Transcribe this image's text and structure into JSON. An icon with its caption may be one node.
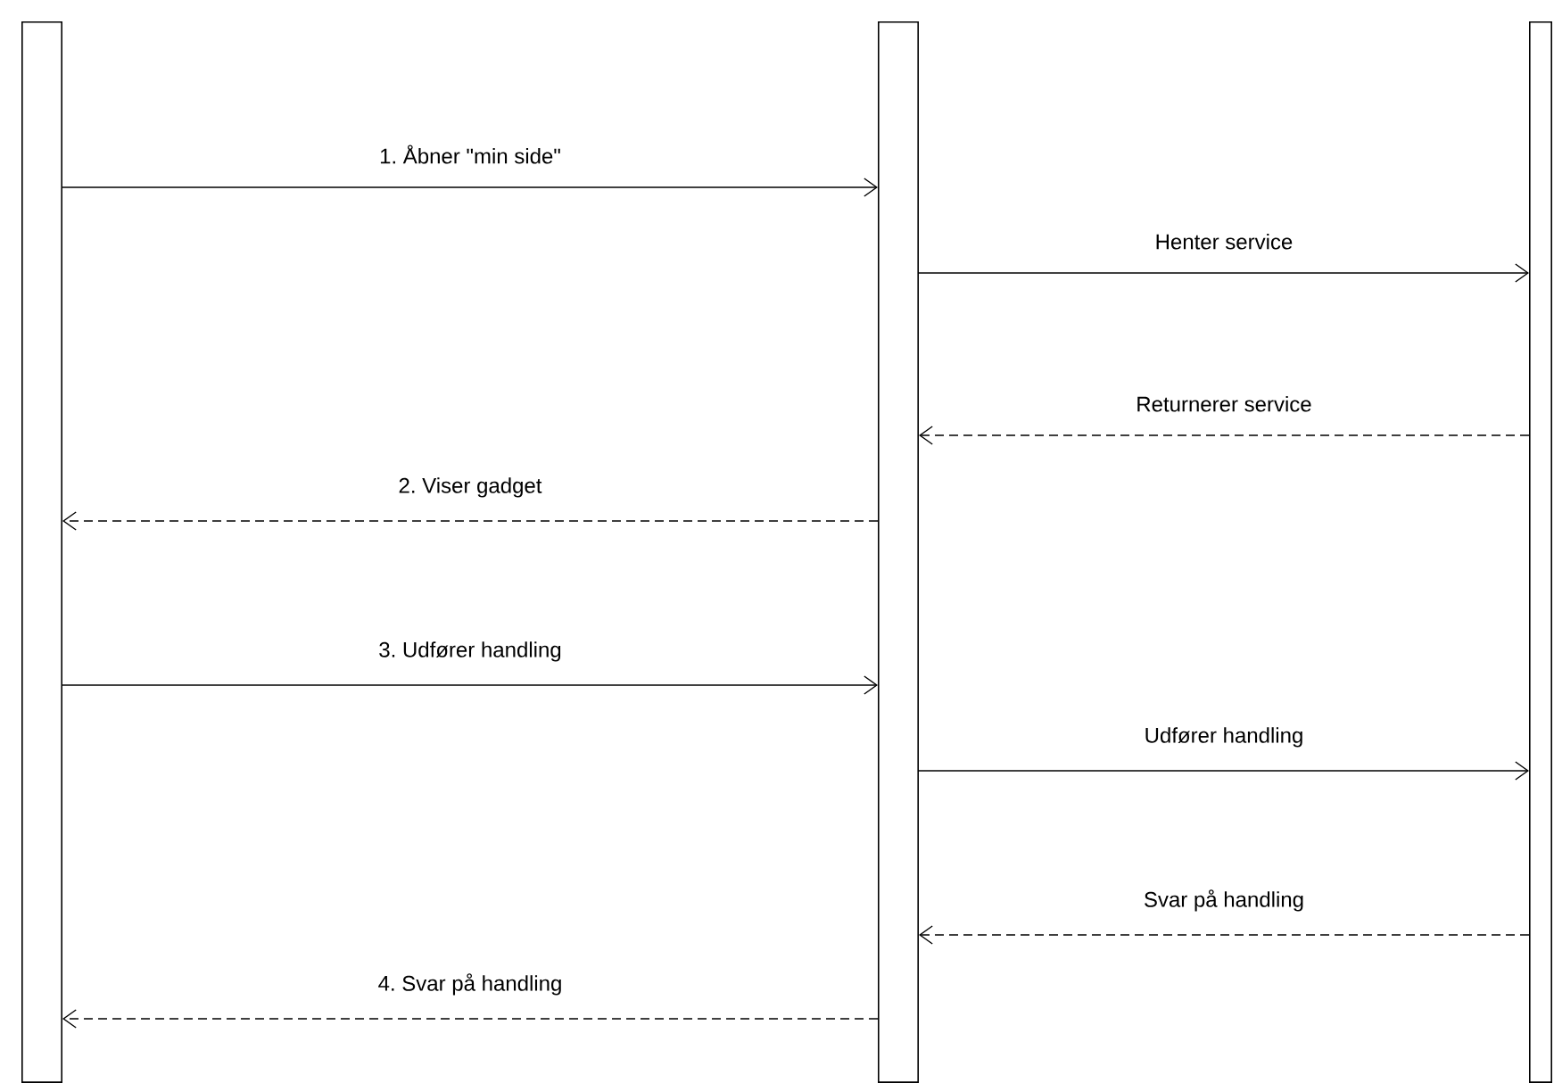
{
  "diagram": {
    "nodes": [
      {
        "text": [],
        "shape": "bar"
      },
      {
        "text": [],
        "shape": "bar"
      },
      {
        "text": [],
        "shape": "bar"
      }
    ],
    "edges": [
      {
        "from": 0,
        "to": 1,
        "arrow": "to",
        "label": "1. Åbner \"min side\""
      },
      {
        "from": 1,
        "to": 2,
        "arrow": "to",
        "label": "Henter service"
      },
      {
        "from": 2,
        "to": 1,
        "arrow": "to",
        "label": "Returnerer service",
        "style": "dashed"
      },
      {
        "from": 1,
        "to": 0,
        "arrow": "to",
        "label": "2. Viser gadget",
        "style": "dashed"
      },
      {
        "from": 0,
        "to": 1,
        "arrow": "to",
        "label": "3. Udfører handling"
      },
      {
        "from": 1,
        "to": 2,
        "arrow": "to",
        "label": "Udfører handling"
      },
      {
        "from": 2,
        "to": 1,
        "arrow": "to",
        "label": "Svar på handling",
        "style": "dashed"
      },
      {
        "from": 1,
        "to": 0,
        "arrow": "to",
        "label": "4. Svar på handling",
        "style": "dashed"
      }
    ]
  }
}
